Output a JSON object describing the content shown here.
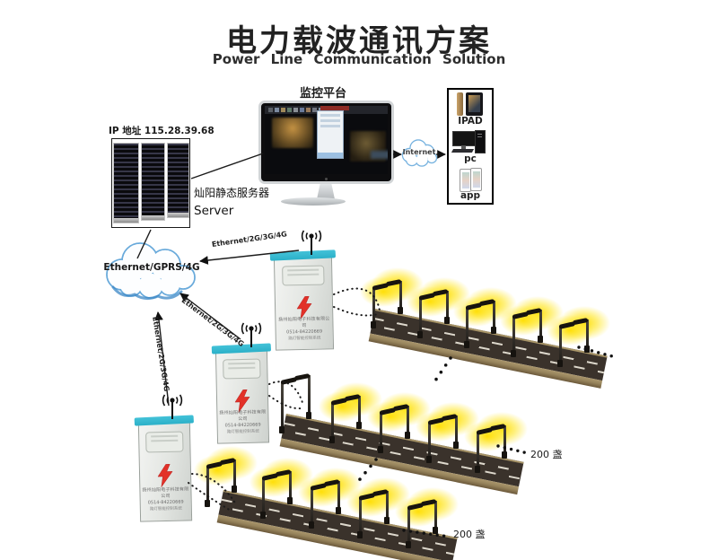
{
  "header": {
    "title": "电力载波通讯方案",
    "subtitle": "Power Line Communication Solution"
  },
  "server": {
    "ip_label": "IP 地址 115.28.39.68",
    "name_cn": "灿阳静态服务器",
    "name_en": "Server"
  },
  "monitor": {
    "label": "监控平台"
  },
  "internet": {
    "label": "Internet"
  },
  "devices": {
    "ipad_label": "IPAD",
    "pc_label": "pc",
    "app_label": "app"
  },
  "network": {
    "cloud_label": "Ethernet/GPRS/4G",
    "link_label": "Ethernet/2G/3G/4G"
  },
  "cabinet": {
    "company": "扬州灿阳电子科技有限公司",
    "phone": "0514-84220669",
    "system": "路灯智能控制系统"
  },
  "lamps": {
    "count_label": "200 盏"
  },
  "colors": {
    "roof_teal": "#2bb0c8",
    "bolt_red": "#e23128",
    "cloud_blue": "#69aadb",
    "glow_yellow": "#ffe120",
    "road_asphalt": "#3a322b",
    "curb_tan": "#97845c"
  }
}
